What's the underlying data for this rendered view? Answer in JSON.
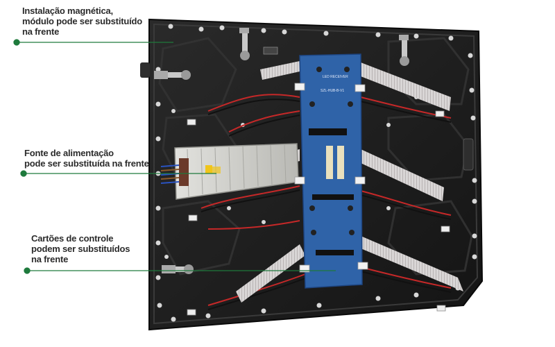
{
  "callouts": [
    {
      "lines": [
        "Instalação magnética,",
        "módulo pode ser substituído",
        "na frente"
      ]
    },
    {
      "lines": [
        "Fonte de alimentação",
        "pode ser substituída na frente"
      ]
    },
    {
      "lines": [
        "Cartões de controle",
        "podem ser substituídos",
        "na frente"
      ]
    }
  ],
  "pcb": {
    "top_text": "LED RECEIVER",
    "mid_text": "SZL-HUB-B-V1"
  },
  "colors": {
    "callout_green": "#1e7a3c",
    "pcb_blue": "#2f63a8",
    "cabinet": "#1c1c1c",
    "psu_silver": "#c9c9c4"
  }
}
